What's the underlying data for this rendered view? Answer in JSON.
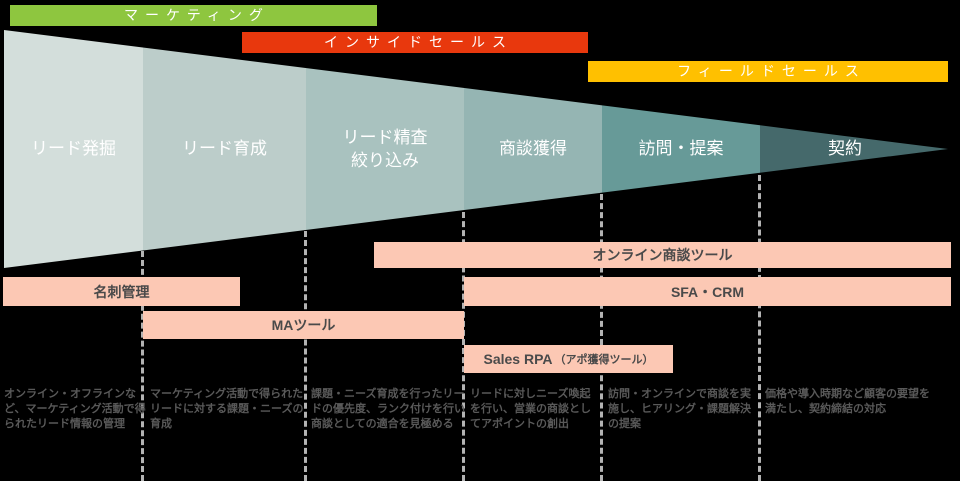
{
  "roles": [
    {
      "label": "マーケティング",
      "color": "#8ec63f"
    },
    {
      "label": "インサイドセールス",
      "color": "#e8380d"
    },
    {
      "label": "フィールドセールス",
      "color": "#ffc000"
    }
  ],
  "funnel": {
    "stages": [
      {
        "label": "リード発掘",
        "color": "#d3dedb"
      },
      {
        "label": "リード育成",
        "color": "#bccdca"
      },
      {
        "label": "リード精査",
        "label2": "絞り込み",
        "color": "#a9c2bf"
      },
      {
        "label": "商談獲得",
        "color": "#95b5b3"
      },
      {
        "label": "訪問・提案",
        "color": "#679a98"
      },
      {
        "label": "契約",
        "color": "#45696b"
      }
    ]
  },
  "tools": [
    {
      "label": "オンライン商談ツール"
    },
    {
      "label": "名刺管理"
    },
    {
      "label": "SFA・CRM"
    },
    {
      "label": "MAツール"
    },
    {
      "label": "Sales RPA",
      "note": "（アポ獲得ツール）"
    }
  ],
  "stage_descriptions": [
    "オンライン・オフラインなど、マーケティング活動で得られたリード情報の管理",
    "マーケティング活動で得られたリードに対する課題・ニーズの育成",
    "課題・ニーズ育成を行ったリードの優先度、ランク付けを行い商談としての適合を見極める",
    "リードに対しニーズ喚起を行い、営業の商談としてアポイントの創出",
    "訪問・オンラインで商談を実施し、ヒアリング・課題解決の提案",
    "価格や導入時期など顧客の要望を満たし、契約締結の対応"
  ],
  "colors": {
    "background": "#000000",
    "tool_bar_bg": "#fcc8b4",
    "tool_bar_text": "#4a4a4a",
    "divider": "#b3b3b3",
    "description_text": "#595959",
    "banner_text": "#ffffff",
    "stage_text": "#ffffff"
  }
}
